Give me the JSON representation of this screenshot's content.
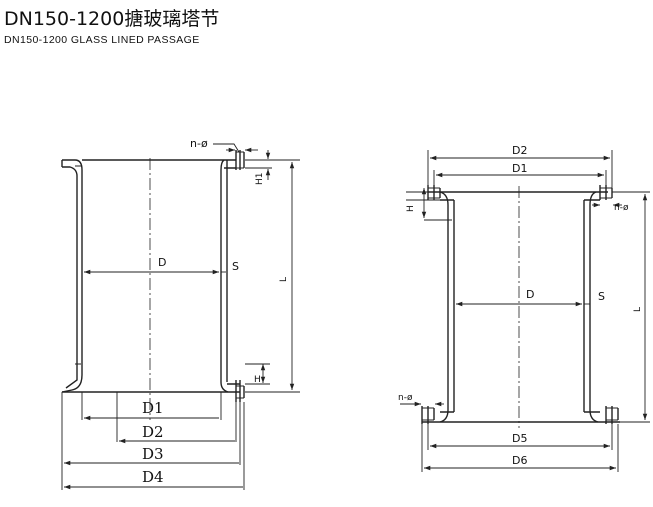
{
  "header": {
    "title": "DN150-1200搪玻璃塔节",
    "subtitle": "DN150-1200 GLASS LINED PASSAGE"
  },
  "left_view": {
    "n_phi": "n-ø",
    "h1": "H1",
    "d": "D",
    "s": "S",
    "l": "L",
    "h": "H",
    "d1": "D1",
    "d2": "D2",
    "d3": "D3",
    "d4": "D4"
  },
  "right_view": {
    "d2": "D2",
    "d1": "D1",
    "h": "H",
    "n_phi_top": "n-ø",
    "d": "D",
    "s": "S",
    "n_phi_bottom": "n-ø",
    "d5": "D5",
    "d6": "D6",
    "l": "L"
  }
}
